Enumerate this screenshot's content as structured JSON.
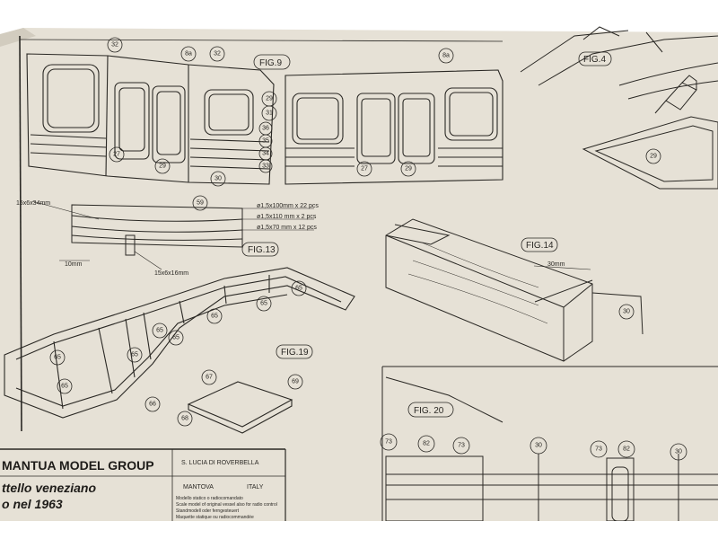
{
  "sheet": {
    "paper_color": "#e6e1d6",
    "ink_color": "#2a2824",
    "background_color": "#ffffff"
  },
  "figures": {
    "fig9": "FIG.9",
    "fig4": "FIG.4",
    "fig13": "FIG.13",
    "fig14": "FIG.14",
    "fig19": "FIG.19",
    "fig20": "FIG. 20"
  },
  "part_numbers": {
    "p32": "32",
    "p8a": "8a",
    "p29": "29",
    "p31": "31",
    "p27": "27",
    "p30": "30",
    "p36": "36",
    "p35": "35",
    "p34": "34",
    "p33": "33",
    "p59": "59",
    "p65": "65",
    "p67": "67",
    "p66": "66",
    "p69": "69",
    "p68": "68",
    "p73": "73",
    "p82": "82"
  },
  "dimensions": {
    "d15x6x34": "15x6x34mm",
    "d10mm": "10mm",
    "d15x6x16": "15x6x16mm",
    "d30mm": "30mm",
    "rod1": "ø1,5x100mm x 22 pcs",
    "rod2": "ø1,5x110 mm x 2 pcs",
    "rod3": "ø1,5x70 mm x 12 pcs"
  },
  "title_block": {
    "company": "MANTUA MODEL GROUP",
    "location": "S. LUCIA DI ROVERBELLA",
    "city": "MANTOVA",
    "country": "ITALY",
    "model_line1": "ttello veneziano",
    "model_line2": "o nel 1963",
    "desc_it": "Modello statico o radiocomandato",
    "desc_en": "Scale model of original vessel also for radio control",
    "desc_de": "Standmodell oder ferngesteuert",
    "desc_fr": "Maquette statique ou radiocommandée"
  }
}
